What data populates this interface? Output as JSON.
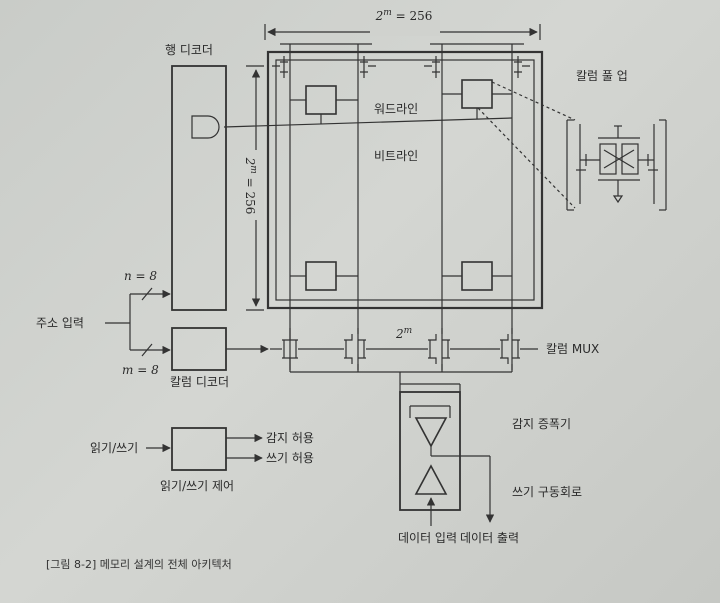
{
  "labels": {
    "top_dim": "2",
    "top_dim_exp": "m",
    "top_dim_rest": " = 256",
    "left_dim": "2",
    "left_dim_exp": "m",
    "left_dim_rest": " = 256",
    "mux_dim": "2",
    "mux_dim_exp": "m",
    "row_decoder": "행 디코더",
    "column_pullup": "칼럼 풀 업",
    "wordline": "워드라인",
    "bitline": "비트라인",
    "n_eq": "n = 8",
    "m_eq": "m = 8",
    "address_input": "주소 입력",
    "column_decoder": "칼럼 디코더",
    "column_mux": "칼럼 MUX",
    "sense_amplifier": "감지 증폭기",
    "read_write": "읽기/쓰기",
    "sense_enable": "감지 허용",
    "write_enable": "쓰기 허용",
    "read_write_control": "읽기/쓰기 제어",
    "write_driver": "쓰기 구동회로",
    "data_input": "데이터 입력",
    "data_output": "데이터 출력",
    "caption": "[그림 8-2] 메모리 설계의 전체 아키텍처"
  },
  "colors": {
    "paper": "#cfd1cd",
    "ink": "#2b2b2b"
  }
}
